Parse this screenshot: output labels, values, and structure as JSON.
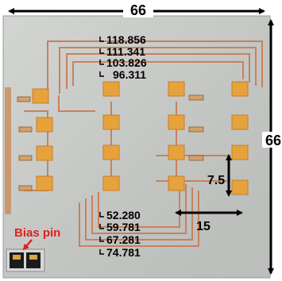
{
  "photo": {
    "dimension_top": "66",
    "dimension_right": "66",
    "dimension_width_label": "15",
    "dimension_height_label": "7.5",
    "bias_pin_label": "Bias pin",
    "lengths_top": [
      "118.856",
      "111.341",
      "103.826",
      "96.311"
    ],
    "lengths_bottom": [
      "52.280",
      "59.781",
      "67.281",
      "74.781"
    ]
  },
  "colors": {
    "board": "#c7c9c7",
    "substrate_edge": "#c98a5a",
    "trace": "#c9815b",
    "patch": "#e7a23c",
    "annotation": "#000000",
    "bias_label": "#e0201b"
  }
}
